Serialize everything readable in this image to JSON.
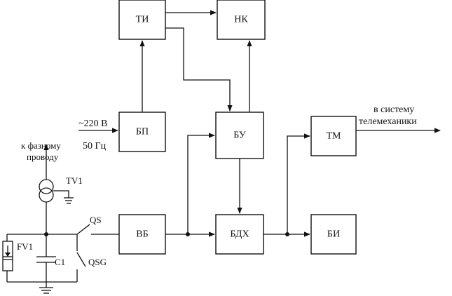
{
  "blocks": {
    "ti": "ТИ",
    "nk": "НК",
    "bp": "БП",
    "bu": "БУ",
    "vb": "ВБ",
    "bdh": "БДХ",
    "tm": "ТМ",
    "bi": "БИ"
  },
  "labels": {
    "supply_voltage": "~220 В",
    "supply_freq": "50 Гц",
    "to_system_line1": "в систему",
    "to_system_line2": "телемеханики",
    "phase_line1": "к фазному",
    "phase_line2": "проводу",
    "tv1": "TV1",
    "qs": "QS",
    "qsg": "QSG",
    "fv1": "FV1",
    "c1": "C1"
  }
}
